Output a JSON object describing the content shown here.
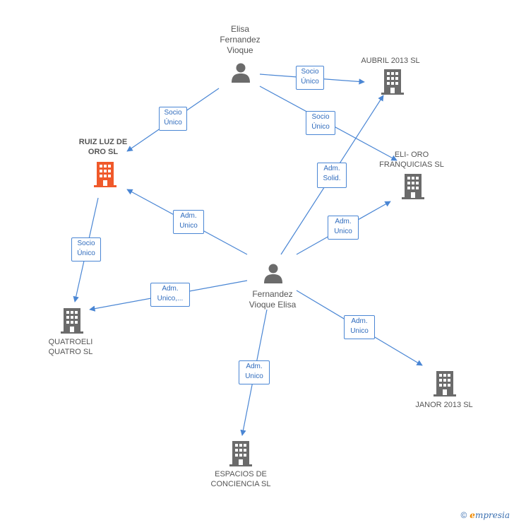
{
  "nodes": {
    "elisa": {
      "name": "Elisa\nFernandez\nVioque",
      "kind": "person"
    },
    "fernandez": {
      "name": "Fernandez\nVioque Elisa",
      "kind": "person"
    },
    "ruiz": {
      "name": "RUIZ LUZ DE\nORO SL",
      "kind": "company",
      "highlight": true
    },
    "aubril": {
      "name": "AUBRIL 2013  SL",
      "kind": "company"
    },
    "elioro": {
      "name": "ELI- ORO\nFRANQUICIAS SL",
      "kind": "company"
    },
    "quatroeli": {
      "name": "QUATROELI\nQUATRO SL",
      "kind": "company"
    },
    "janor": {
      "name": "JANOR 2013  SL",
      "kind": "company"
    },
    "espacios": {
      "name": "ESPACIOS DE\nCONCIENCIA  SL",
      "kind": "company"
    }
  },
  "edges": [
    {
      "id": "elisa-aubril",
      "label": "Socio\nÚnico"
    },
    {
      "id": "elisa-ruiz",
      "label": "Socio\nÚnico"
    },
    {
      "id": "elisa-elioro",
      "label": "Socio\nÚnico"
    },
    {
      "id": "fern-aubril",
      "label": "Adm.\nSolid."
    },
    {
      "id": "fern-ruiz",
      "label": "Adm.\nUnico"
    },
    {
      "id": "fern-elioro",
      "label": "Adm.\nUnico"
    },
    {
      "id": "ruiz-quatro",
      "label": "Socio\nÚnico"
    },
    {
      "id": "fern-quatro",
      "label": "Adm.\nUnico,..."
    },
    {
      "id": "fern-janor",
      "label": "Adm.\nUnico"
    },
    {
      "id": "fern-espacios",
      "label": "Adm.\nUnico"
    }
  ],
  "colors": {
    "edge": "#4a86d4",
    "company": "#6b6b6b",
    "company_highlight": "#f0592a",
    "person": "#6b6b6b"
  },
  "footer": {
    "copyright": "©",
    "brand_initial": "e",
    "brand_rest": "mpresia"
  }
}
